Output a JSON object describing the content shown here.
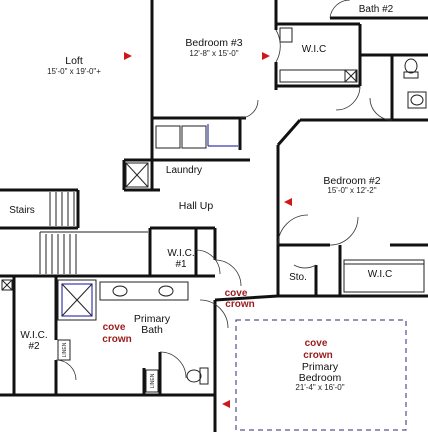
{
  "rooms": {
    "loft": {
      "name": "Loft",
      "dims": "15'-0\" x 19'-0\"+"
    },
    "bedroom3": {
      "name": "Bedroom #3",
      "dims": "12'-8\" x 15'-0\""
    },
    "bath2": {
      "name": "Bath #2"
    },
    "wic_top": {
      "name": "W.I.C"
    },
    "laundry": {
      "name": "Laundry"
    },
    "bedroom2": {
      "name": "Bedroom #2",
      "dims": "15'-0\" x 12'-2\""
    },
    "stairs": {
      "name": "Stairs"
    },
    "hall": {
      "name": "Hall Up"
    },
    "wic1": {
      "line1": "W.I.C.",
      "line2": "#1"
    },
    "sto": {
      "name": "Sto."
    },
    "wic_right": {
      "name": "W.I.C"
    },
    "wic2": {
      "line1": "W.I.C.",
      "line2": "#2"
    },
    "primary_bath": {
      "line1": "Primary",
      "line2": "Bath"
    },
    "primary_bedroom": {
      "line1": "Primary",
      "line2": "Bedroom",
      "dims": "21'-4\" x 16'-0\""
    }
  },
  "annotations": {
    "cove_crown_hall": {
      "line1": "cove",
      "line2": "crown"
    },
    "cove_crown_bath": {
      "line1": "cove",
      "line2": "crown"
    },
    "cove_crown_bedroom": {
      "line1": "cove",
      "line2": "crown"
    }
  },
  "fixtures": {
    "linen_left": "LINEN",
    "linen_right": "LINEN"
  },
  "colors": {
    "wall": "#111111",
    "annotation": "#9b1b1b",
    "marker": "#d01818",
    "ceiling_outline": "#2a2a7a"
  },
  "icons": [
    "direction-marker-icon",
    "door-swing-icon",
    "toilet-icon",
    "sink-icon",
    "shower-icon"
  ]
}
